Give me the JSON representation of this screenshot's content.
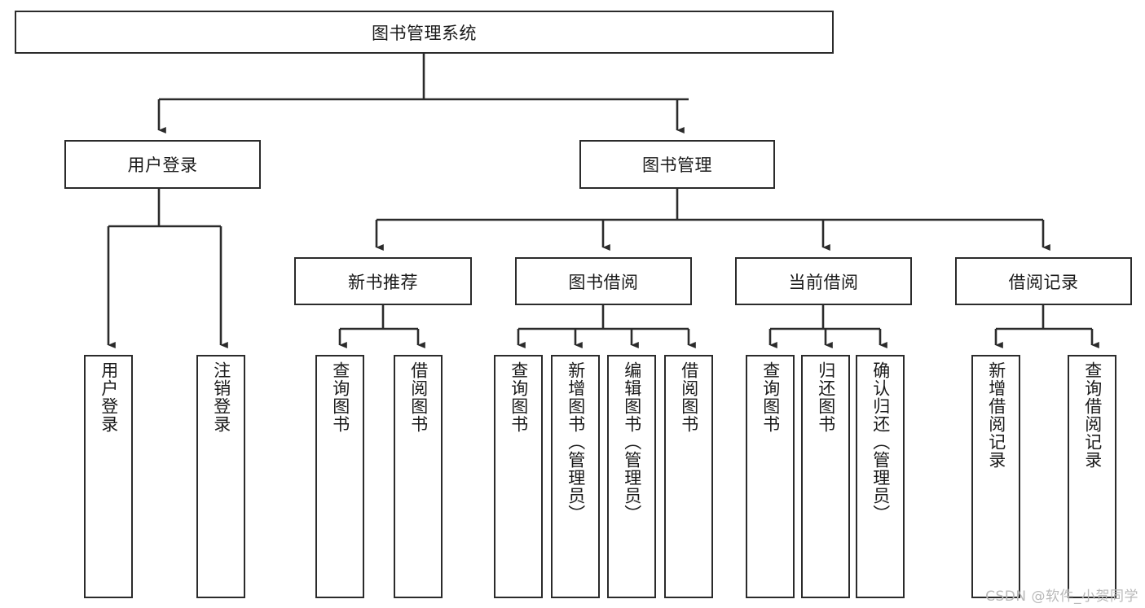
{
  "diagram": {
    "title": "图书管理系统",
    "type": "tree",
    "stroke_color": "#2b2b2b",
    "background_color": "#ffffff",
    "text_color": "#1a1a1a",
    "root": {
      "label": "图书管理系统"
    },
    "level1": [
      {
        "label": "用户登录"
      },
      {
        "label": "图书管理"
      }
    ],
    "level2": [
      {
        "label": "新书推荐"
      },
      {
        "label": "图书借阅"
      },
      {
        "label": "当前借阅"
      },
      {
        "label": "借阅记录"
      }
    ],
    "leaves": {
      "user_login": [
        {
          "label": "用户登录"
        },
        {
          "label": "注销登录"
        }
      ],
      "new_book": [
        {
          "label": "查询图书"
        },
        {
          "label": "借阅图书"
        }
      ],
      "book_borrow": [
        {
          "label": "查询图书"
        },
        {
          "label": "新增图书（管理员）"
        },
        {
          "label": "编辑图书（管理员）"
        },
        {
          "label": "借阅图书"
        }
      ],
      "current_borrow": [
        {
          "label": "查询图书"
        },
        {
          "label": "归还图书"
        },
        {
          "label": "确认归还（管理员）"
        }
      ],
      "borrow_record": [
        {
          "label": "新增借阅记录"
        },
        {
          "label": "查询借阅记录"
        }
      ]
    }
  },
  "watermark": {
    "text": "CSDN @软件_小贺同学",
    "color": "#b9b9b9"
  }
}
